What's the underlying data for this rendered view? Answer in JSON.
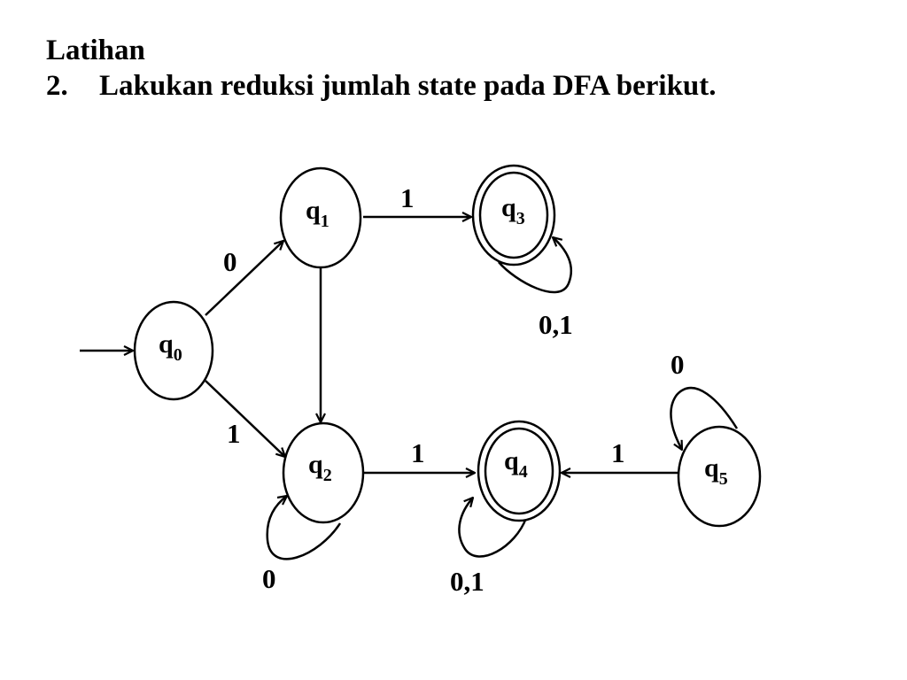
{
  "header": {
    "title": "Latihan",
    "item_number": "2.",
    "item_text": "Lakukan reduksi jumlah state pada DFA berikut."
  },
  "dfa": {
    "states": [
      {
        "id": "q0",
        "base": "q",
        "sub": "0",
        "accepting": false,
        "start": true
      },
      {
        "id": "q1",
        "base": "q",
        "sub": "1",
        "accepting": false,
        "start": false
      },
      {
        "id": "q2",
        "base": "q",
        "sub": "2",
        "accepting": false,
        "start": false
      },
      {
        "id": "q3",
        "base": "q",
        "sub": "3",
        "accepting": true,
        "start": false
      },
      {
        "id": "q4",
        "base": "q",
        "sub": "4",
        "accepting": true,
        "start": false
      },
      {
        "id": "q5",
        "base": "q",
        "sub": "5",
        "accepting": false,
        "start": false
      }
    ],
    "transitions": [
      {
        "from": "q0",
        "to": "q1",
        "label": "0"
      },
      {
        "from": "q0",
        "to": "q2",
        "label": "1"
      },
      {
        "from": "q1",
        "to": "q3",
        "label": "1"
      },
      {
        "from": "q1",
        "to": "q2",
        "label": ""
      },
      {
        "from": "q2",
        "to": "q4",
        "label": "1"
      },
      {
        "from": "q5",
        "to": "q4",
        "label": "1"
      },
      {
        "from": "q2",
        "to": "q2",
        "label": "0"
      },
      {
        "from": "q3",
        "to": "q3",
        "label": "0,1"
      },
      {
        "from": "q4",
        "to": "q4",
        "label": "0,1"
      },
      {
        "from": "q5",
        "to": "q5",
        "label": "0"
      }
    ]
  }
}
